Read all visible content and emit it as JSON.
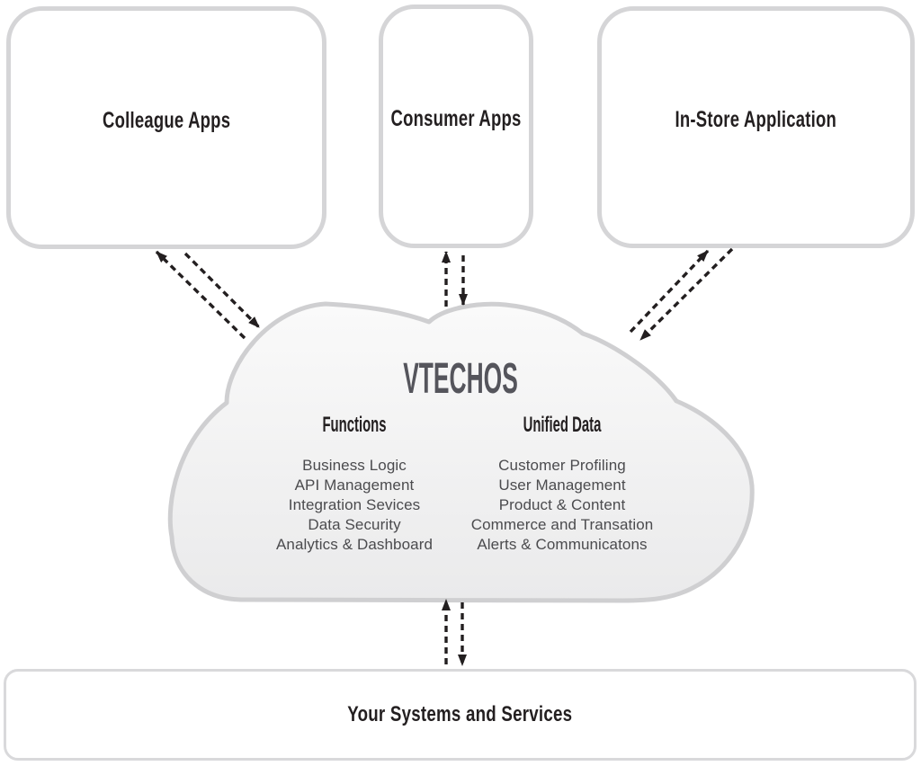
{
  "diagram": {
    "title": "VTECHOS",
    "boxes": {
      "colleague_apps": "Colleague Apps",
      "consumer_apps": "Consumer Apps",
      "in_store": "In-Store Application",
      "your_systems": "Your Systems and Services"
    },
    "cloud": {
      "columns": [
        {
          "header": "Functions",
          "items": [
            "Business Logic",
            "API Management",
            "Integration Sevices",
            "Data Security",
            "Analytics & Dashboard"
          ]
        },
        {
          "header": "Unified Data",
          "items": [
            "Customer Profiling",
            "User Management",
            "Product & Content",
            "Commerce and Transation",
            "Alerts & Communicatons"
          ]
        }
      ]
    },
    "colors": {
      "box_border": "#d5d5d7",
      "cloud_border": "#cfcfd1",
      "cloud_fill_top": "#fafafa",
      "cloud_fill_bottom": "#eaeaeb",
      "title_text": "#55555c",
      "heading_text": "#231f20",
      "list_text": "#4b4b4e",
      "arrow": "#231f20"
    }
  }
}
